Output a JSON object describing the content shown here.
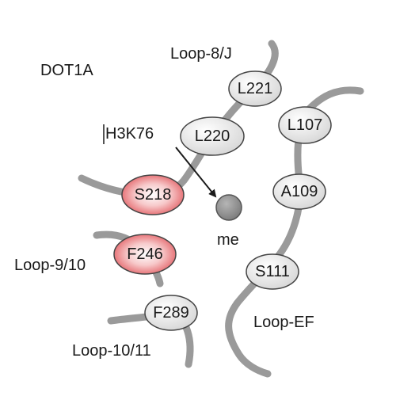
{
  "title": "DOT1A",
  "peptide_label": "H3K76",
  "methyl_label": "me",
  "loop_labels": {
    "loop_8_j": "Loop-8/J",
    "loop_9_10": "Loop-9/10",
    "loop_10_11": "Loop-10/11",
    "loop_ef": "Loop-EF"
  },
  "residues": {
    "l221": "L221",
    "l220": "L220",
    "s218": "S218",
    "f246": "F246",
    "f289": "F289",
    "l107": "L107",
    "a109": "A109",
    "s111": "S111"
  },
  "colors": {
    "loop_stroke": "#9a9a9a",
    "residue_fill_grey": "#eeeeee",
    "residue_fill_red": "#e45a5e",
    "residue_stroke": "#444444",
    "methyl_fill": "#8e8e8e",
    "arrow": "#1a1a1a"
  }
}
